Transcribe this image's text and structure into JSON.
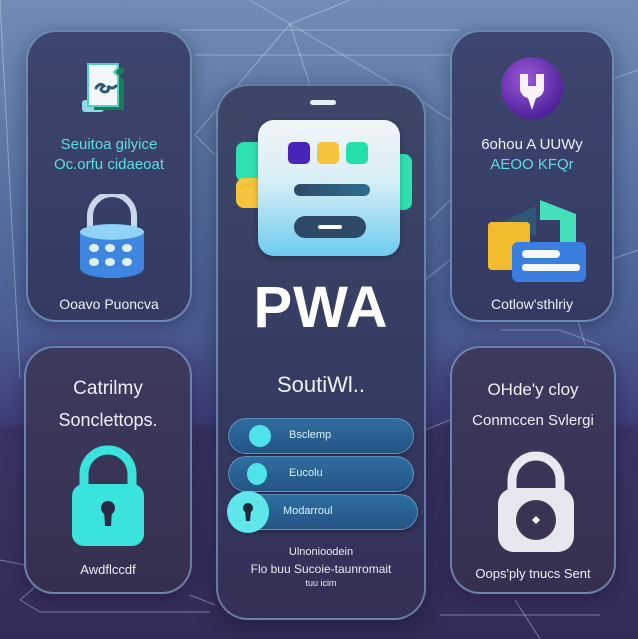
{
  "hero": {
    "title": "PWA",
    "subtitle": "SoutiWl..",
    "menu": [
      {
        "label": "Bsclemp",
        "icon": "chat-bubble-icon"
      },
      {
        "label": "Eucolu",
        "icon": "chat-bubble-icon"
      },
      {
        "label": "Modarroul",
        "icon": "keyhole-icon"
      }
    ],
    "footer": {
      "line1": "Ulnonioodein",
      "line2": "Flo buu Sucoie-taunromait",
      "line3": "tuu icim"
    }
  },
  "cards": {
    "top_left": {
      "heading_line1": "Seuitoa gilyice",
      "heading_line2": "Oc.orfu cidaeoat",
      "caption": "Ooavo Puoncva",
      "icons": [
        "document-icon",
        "database-lock-icon"
      ]
    },
    "top_right": {
      "heading_line1": "6ohou A UUWy",
      "heading_line2": "AEOO KFQr",
      "caption": "Cotlow'sthlriy",
      "icons": [
        "tool-pin-icon",
        "cards-stack-icon"
      ]
    },
    "bottom_left": {
      "heading_line1": "Catrilmy",
      "heading_line2": "Sonclettops.",
      "caption": "Awdflccdf",
      "icons": [
        "padlock-teal-icon"
      ]
    },
    "bottom_right": {
      "heading_line1": "OHde'y cloy",
      "heading_line2": "Conmccen Svlergi",
      "caption": "Oops'ply tnucs Sent",
      "icons": [
        "padlock-white-icon"
      ]
    }
  },
  "colors": {
    "accent_teal": "#4fe3e9",
    "accent_purple": "#5b2aa8",
    "accent_yellow": "#f5c43a",
    "accent_green": "#2fe0b0",
    "accent_blue": "#3a7ee0"
  }
}
